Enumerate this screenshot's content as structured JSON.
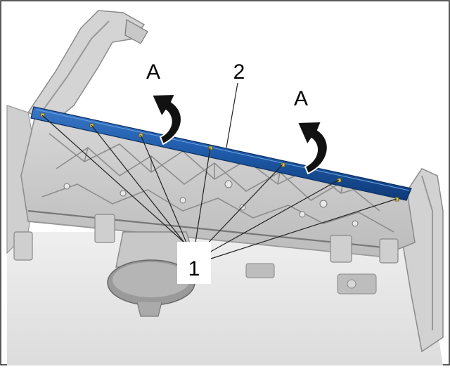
{
  "callouts": {
    "arrow_left": "A",
    "arrow_right": "A",
    "trim_strip": "2",
    "clips": "1"
  },
  "colors": {
    "trim_strip": "#1e5aa8",
    "clip": "#d8c848",
    "arrow": "#111111",
    "metal_light": "#e6e6e6",
    "metal_mid": "#c4c4c4",
    "metal_dark": "#8a8a8a",
    "leader": "#222222"
  },
  "icons": {
    "removal_arrow": "curved-up-arrow-icon",
    "clip": "clip-icon"
  }
}
